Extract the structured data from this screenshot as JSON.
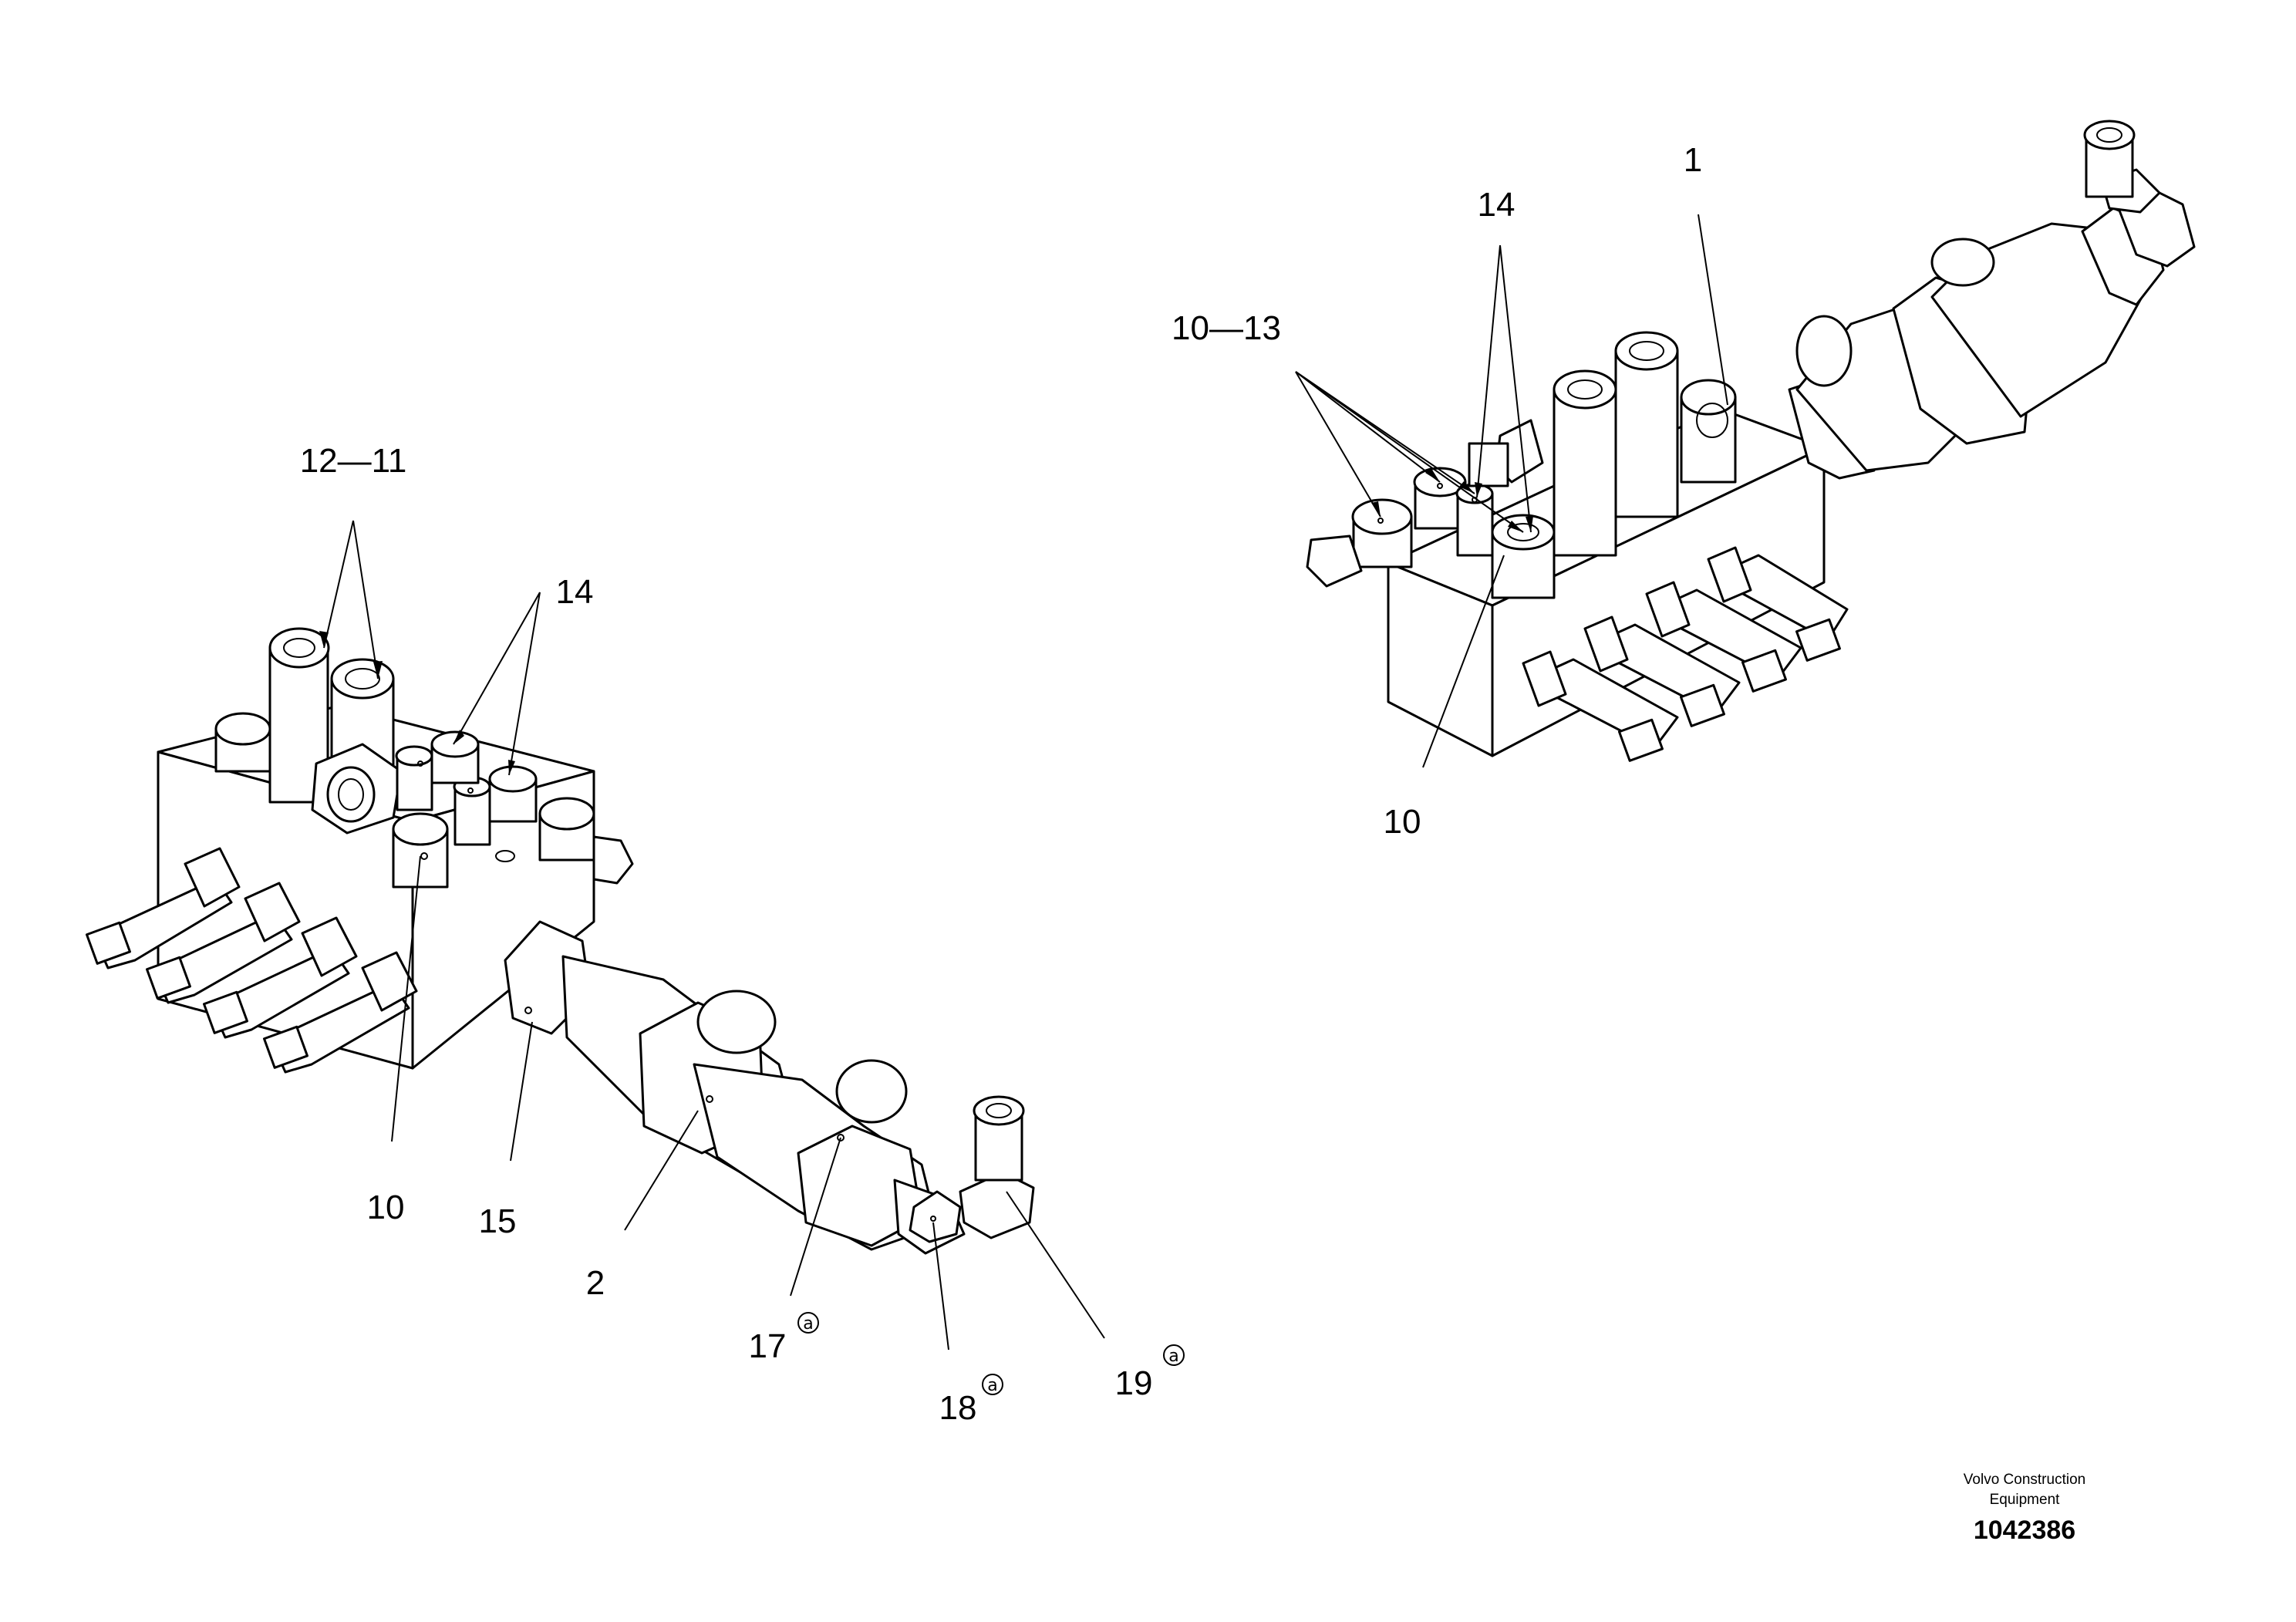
{
  "callouts": {
    "c12_11": "12—11",
    "c14_left": "14",
    "c10_left": "10",
    "c15": "15",
    "c2": "2",
    "c17": "17",
    "c18": "18",
    "c19": "19",
    "c1": "1",
    "c14_right": "14",
    "c10_13": "10—13",
    "c10_right": "10"
  },
  "note_mark": "a",
  "title_block": {
    "brand_line1": "Volvo Construction",
    "brand_line2": "Equipment",
    "drawing_number": "1042386"
  }
}
